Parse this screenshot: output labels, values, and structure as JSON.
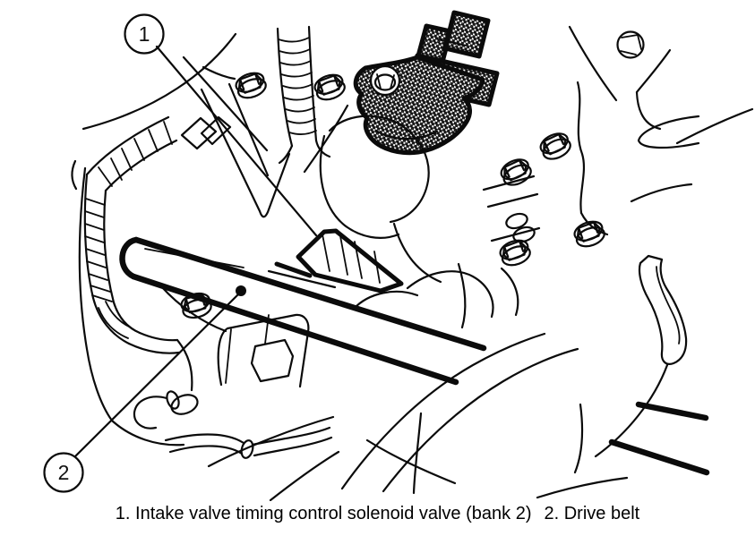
{
  "figure": {
    "type": "service-manual-engine-illustration",
    "background": "#ffffff",
    "line_color": "#0b0b0b",
    "solenoid_highlight_fill": "#c7c7c7",
    "callout_fill": "#f6c319",
    "callout_stroke": "#111111",
    "callouts": [
      {
        "number": "1",
        "label": "Intake valve timing control solenoid valve (bank 2)"
      },
      {
        "number": "2",
        "label": "Drive belt"
      }
    ],
    "caption": {
      "items": [
        {
          "index": "1.",
          "text": "Intake valve timing control solenoid valve (bank 2)"
        },
        {
          "index": "2.",
          "text": "Drive belt"
        }
      ],
      "full_text": "1. Intake valve timing control solenoid valve (bank 2)  2. Drive belt"
    }
  }
}
